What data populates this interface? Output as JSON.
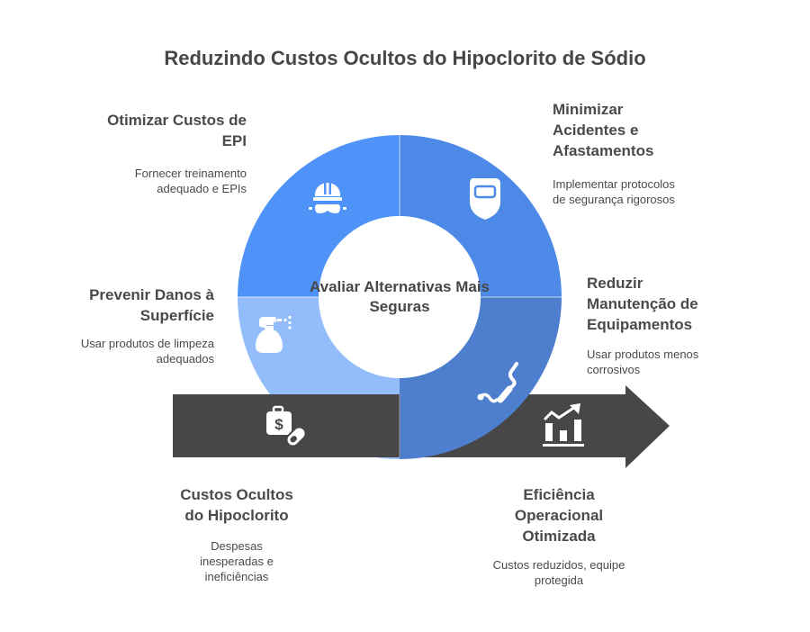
{
  "title": "Reduzindo Custos Ocultos do Hipoclorito de Sódio",
  "center": {
    "label": "Avaliar Alternativas Mais Seguras"
  },
  "colors": {
    "seg_top_left": "#4f93f8",
    "seg_top_right": "#4d89e6",
    "seg_bottom_right": "#4e7fcf",
    "seg_bottom_left": "#93bcfb",
    "arrow": "#474747",
    "text": "#4a4a4a"
  },
  "segments": [
    {
      "id": "top-left",
      "icon": "hard-hat-goggles-icon",
      "title": "Otimizar Custos de EPI",
      "description": "Fornecer treinamento adequado e EPIs"
    },
    {
      "id": "top-right",
      "icon": "welding-mask-icon",
      "title": "Minimizar Acidentes e Afastamentos",
      "description": "Implementar protocolos de segurança rigorosos"
    },
    {
      "id": "bottom-right",
      "icon": "pipe-wrench-icon",
      "title": "Reduzir Manutenção de Equipamentos",
      "description": "Usar produtos menos corrosivos"
    },
    {
      "id": "bottom-left",
      "icon": "spray-bottle-icon",
      "title": "Prevenir Danos à Superfície",
      "description": "Usar produtos de limpeza adequados"
    }
  ],
  "arrow": {
    "start": {
      "icon": "medical-cost-icon",
      "title": "Custos Ocultos do Hipoclorito",
      "description": "Despesas inesperadas e ineficiências"
    },
    "end": {
      "icon": "growth-chart-icon",
      "title": "Eficiência Operacional Otimizada",
      "description": "Custos reduzidos, equipe protegida"
    }
  }
}
